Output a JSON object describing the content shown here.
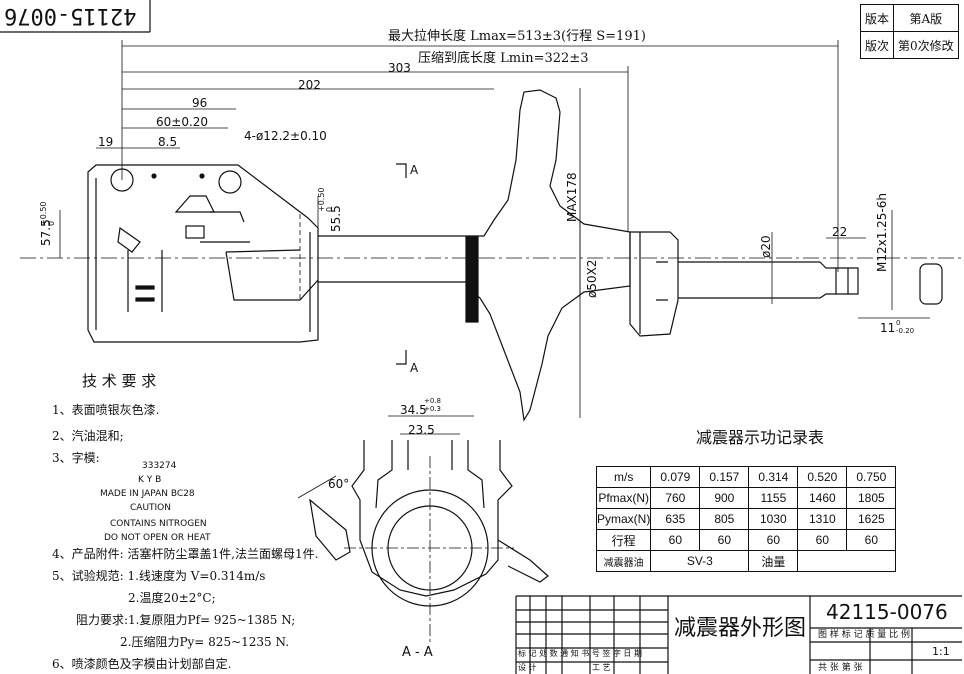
{
  "doc_number_rotated": "42115-0076",
  "version_table": [
    {
      "label": "版本",
      "value": "第A版"
    },
    {
      "label": "版次",
      "value": "第0次修改"
    }
  ],
  "dimensions": {
    "lmax": "最大拉伸长度    Lmax=513±3(行程 S=191)",
    "lmin": "压缩到底长度    Lmin=322±3",
    "d303": "303",
    "d202": "202",
    "d96": "96",
    "d60": "60±0.20",
    "d85": "8.5",
    "d19": "19",
    "holes": "4-ø12.2±0.10",
    "d575": "57.5",
    "d575_tol": "+0.50\n0",
    "d555": "55.5",
    "d555_tol": "+0.50\n0",
    "max178": "MAX178",
    "d50x2": "ø50X2",
    "d20": "ø20",
    "d22": "22",
    "thread": "M12x1.25-6h",
    "d11": "11",
    "d11_tol": "0\n-0.20",
    "section_a_top": "A",
    "section_a_bottom": "A",
    "d345": "34.5",
    "d345_tol": "+0.8\n+0.3",
    "d235": "23.5",
    "angle60": "60°",
    "section_label": "A - A"
  },
  "tech_req": {
    "title": "技 术 要 求",
    "item1": "1、表面喷银灰色漆.",
    "item2": "2、汽油混和;",
    "item3": "3、字模:",
    "mark_lines": [
      "333274",
      "K Y B",
      "MADE IN JAPAN    BC28",
      "CAUTION",
      "CONTAINS NITROGEN",
      "DO NOT OPEN OR HEAT"
    ],
    "item4": "4、产品附件: 活塞杆防尘罩盖1件,法兰面螺母1件.",
    "item5": "5、试验规范: 1.线速度为 V=0.314m/s",
    "item5b": "2.温度20±2°C;",
    "item5c": "阻力要求:1.复原阻力Pf= 925~1385 N;",
    "item5d": "2.压缩阻力Py= 825~1235 N.",
    "item6": "6、喷漆颜色及字模由计划部自定."
  },
  "perf_table": {
    "title": "减震器示功记录表",
    "header": [
      "m/s",
      "0.079",
      "0.157",
      "0.314",
      "0.520",
      "0.750"
    ],
    "rows": [
      [
        "Pfmax(N)",
        "760",
        "900",
        "1155",
        "1460",
        "1805"
      ],
      [
        "Pymax(N)",
        "635",
        "805",
        "1030",
        "1310",
        "1625"
      ],
      [
        "行程",
        "60",
        "60",
        "60",
        "60",
        "60"
      ]
    ],
    "last_row": {
      "label": "减震器油",
      "oil": "SV-3",
      "qty_label": "油量",
      "qty_value": ""
    }
  },
  "title_block": {
    "drawing_name": "减震器外形图",
    "drawing_no": "42115-0076",
    "col_labels": "图 样 标 记    质 量    比 例",
    "scale": "1:1",
    "row_labels": "标 记 处 数  通 知 书 号  签  字 日 期",
    "design": "设 计",
    "process": "工 艺",
    "sheets": "共        张  第        张"
  }
}
